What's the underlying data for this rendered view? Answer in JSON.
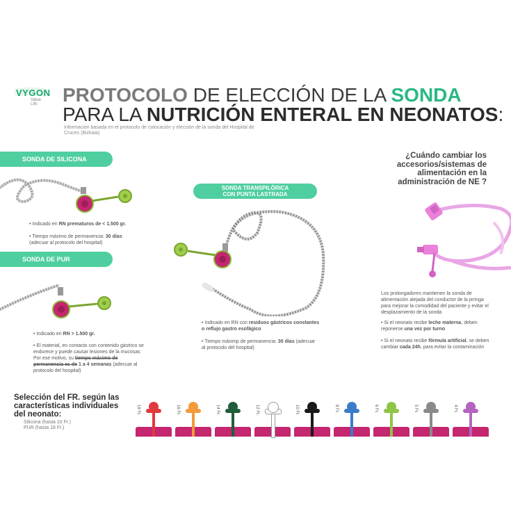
{
  "logo": {
    "word": "VYGON",
    "tagline": "Value Life"
  },
  "title": {
    "line1_bold": "PROTOCOLO",
    "line1_rest": " DE ELECCIÓN DE LA ",
    "line1_accent": "SONDA",
    "line2_start": "PARA LA  ",
    "line2_bold": "NUTRICIÓN ENTERAL EN NEONATOS",
    "line2_end": ":"
  },
  "subtitle": "Información basada en el protocolo de colocación y elección de la sonda del Hospital de Cruces (Bizkaia)",
  "silicona": {
    "label": "SONDA DE SILICONA",
    "b1_pre": "Indicado en ",
    "b1_bold": "RN prematuros de < 1.500 gr.",
    "b2_pre": "Tiempo máximo de permanencia: ",
    "b2_bold": "30 días",
    "b2_post": "(adecuar al protocolo del hospital)"
  },
  "pur": {
    "label": "SONDA DE PUR",
    "b1_pre": "Indicado en ",
    "b1_bold": "RN > 1.500 gr.",
    "b2_text": "El material, en contacto con contenido gástrico se endurece y   puede causar lesiones de la mucosas   Por ese motivo, su ",
    "b2_strike": "tiempo máximo de permanencia es de",
    "b2_bold": " 1 a 4 semanas",
    "b2_post": " (adecuar al protocolo del hospital)"
  },
  "transpilorica": {
    "label_line1": "SONDA TRANSPILÓRICA",
    "label_line2": "CON PUNTA LASTRADA",
    "b1_pre": "Indicado en RN con ",
    "b1_bold": "residuos gástricos constantes o reflujo gastro esofágico",
    "b2_pre": "Tiempo máximp de permanencia: ",
    "b2_bold": "30 días",
    "b2_post": " (adecuar al protocolo del hospital)"
  },
  "question": "¿Cuándo cambiar los accesorios/sistemas de alimentación en la administración de NE ?",
  "accesorios": {
    "intro": "Los prolongadores mantienen la sonda de alimentación alejada del conductor de la jeringa para mejorar la comodidad del paciente y evitar el desplazamiento de la sonda",
    "b1_pre": "Si el neonato recibe ",
    "b1_bold": "leche materna",
    "b1_mid": ", deben reponerse ",
    "b1_bold2": "una vez por turno",
    "b2_pre": "Si el neonato recibe ",
    "b2_bold": "fórmula artificial",
    "b2_mid": ", se deben cambiar ",
    "b2_bold2": "cada 24h.",
    "b2_post": " para evitar la contaminación"
  },
  "seleccion": {
    "title": "Selección del FR. según las características individuales del neonato:",
    "line1": "Silicona (hasta 10 Fr.)",
    "line2": "PUR  (hasta 18 Fr.)"
  },
  "sizes": [
    {
      "label": "18 Fr.",
      "color": "#e03a3e"
    },
    {
      "label": "16 Fr.",
      "color": "#f39a3a"
    },
    {
      "label": "14 Fr.",
      "color": "#1f5e38"
    },
    {
      "label": "12 Fr.",
      "color": "#ffffff"
    },
    {
      "label": "10 Fr.",
      "color": "#1a1a1a"
    },
    {
      "label": "8 Fr.",
      "color": "#3b7cc9"
    },
    {
      "label": "6 Fr.",
      "color": "#8fc446"
    },
    {
      "label": "5 Fr.",
      "color": "#8a8a8a"
    },
    {
      "label": "4 Fr.",
      "color": "#b464c0"
    }
  ],
  "colors": {
    "accent_green": "#2ab883",
    "pill_green": "#4fcf9f",
    "magenta": "#c4266f",
    "tube_pink": "#e9a6e6"
  }
}
